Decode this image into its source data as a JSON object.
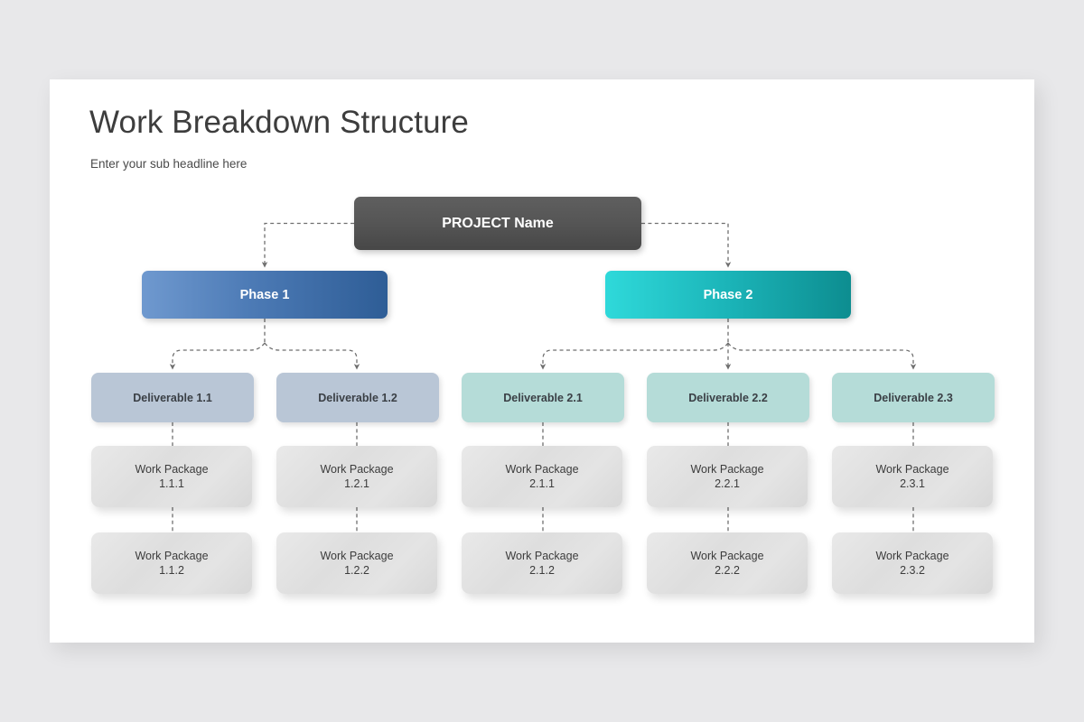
{
  "slide": {
    "title": "Work Breakdown Structure",
    "subtitle": "Enter your sub headline here"
  },
  "colors": {
    "page_background": "#e8e8ea",
    "canvas": "#ffffff",
    "root_gradient_start": "#5f5f5f",
    "root_gradient_end": "#474747",
    "phase1_gradient_start": "#6f99cf",
    "phase1_gradient_end": "#2e5d96",
    "phase2_gradient_start": "#2fd9da",
    "phase2_gradient_end": "#0d8d90",
    "deliverable_blue": "#b9c6d6",
    "deliverable_mint": "#b5dcd8",
    "work_package": "#e2e2e2",
    "connector": "#6f6f6f",
    "title_text": "#3d3d3d",
    "node_text_dark": "#3a3f45",
    "node_text_light": "#ffffff"
  },
  "chart_data": {
    "type": "diagram",
    "diagram_type": "work-breakdown-structure",
    "title": "Work Breakdown Structure",
    "levels": 4,
    "connector_style": "dashed-with-arrowheads"
  },
  "tree": {
    "root": {
      "label": "PROJECT Name"
    },
    "phases": [
      {
        "label": "Phase 1"
      },
      {
        "label": "Phase 2"
      }
    ],
    "deliverables": [
      {
        "label": "Deliverable 1.1",
        "phase": "Phase 1"
      },
      {
        "label": "Deliverable 1.2",
        "phase": "Phase 1"
      },
      {
        "label": "Deliverable 2.1",
        "phase": "Phase 2"
      },
      {
        "label": "Deliverable 2.2",
        "phase": "Phase 2"
      },
      {
        "label": "Deliverable 2.3",
        "phase": "Phase 2"
      }
    ],
    "work_packages_row1": [
      {
        "label": "Work Package",
        "number": "1.1.1"
      },
      {
        "label": "Work Package",
        "number": "1.2.1"
      },
      {
        "label": "Work Package",
        "number": "2.1.1"
      },
      {
        "label": "Work Package",
        "number": "2.2.1"
      },
      {
        "label": "Work Package",
        "number": "2.3.1"
      }
    ],
    "work_packages_row2": [
      {
        "label": "Work Package",
        "number": "1.1.2"
      },
      {
        "label": "Work Package",
        "number": "1.2.2"
      },
      {
        "label": "Work Package",
        "number": "2.1.2"
      },
      {
        "label": "Work Package",
        "number": "2.2.2"
      },
      {
        "label": "Work Package",
        "number": "2.3.2"
      }
    ]
  }
}
